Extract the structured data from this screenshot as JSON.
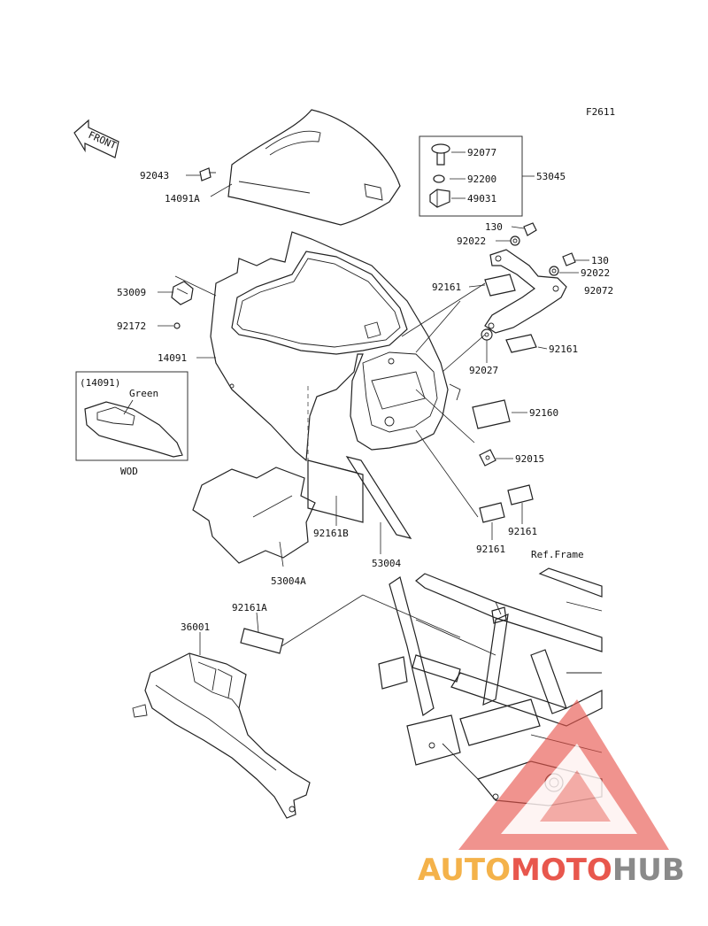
{
  "diagram": {
    "code": "F2611",
    "front_label": "FRONT",
    "ref_frame_label": "Ref.Frame",
    "inset": {
      "part": "(14091)",
      "color_label": "Green",
      "caption": "WOD"
    },
    "parts": {
      "p92043": "92043",
      "p14091A": "14091A",
      "p92077": "92077",
      "p92200": "92200",
      "p49031": "49031",
      "p53045": "53045",
      "p130_top": "130",
      "p92022_top": "92022",
      "p130_right": "130",
      "p92022_right": "92022",
      "p92072": "92072",
      "p53009": "53009",
      "p92172": "92172",
      "p92161_upper": "92161",
      "p92161_mid": "92161",
      "p92027": "92027",
      "p14091": "14091",
      "p92160": "92160",
      "p92015": "92015",
      "p92161B": "92161B",
      "p53004": "53004",
      "p53004A": "53004A",
      "p92161_low_r": "92161",
      "p92161_low_l": "92161",
      "p92161A": "92161A",
      "p36001": "36001"
    }
  },
  "watermark": {
    "part1": "AUTO",
    "part2": "MOTO",
    "part3": "HUB",
    "color_orange": "#f4b24a",
    "color_red": "#e8574d",
    "color_gray": "#8a8a8a"
  }
}
